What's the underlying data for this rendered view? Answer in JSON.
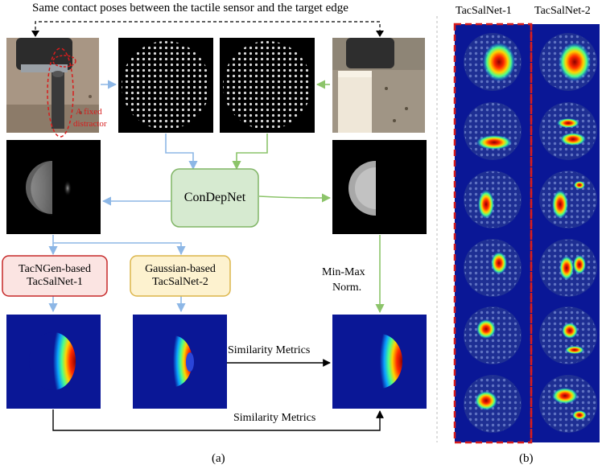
{
  "top_caption": "Same contact poses between the tactile sensor and the target edge",
  "distractor_label_line1": "A fixed",
  "distractor_label_line2": "distractor",
  "condepnet_label": "ConDepNet",
  "tacngen_label_line1": "TacNGen-based",
  "tacngen_label_line2": "TacSalNet-1",
  "gaussian_label_line1": "Gaussian-based",
  "gaussian_label_line2": "TacSalNet-2",
  "minmax_label_line1": "Min-Max",
  "minmax_label_line2": "Norm.",
  "similarity_upper": "Similarity Metrics",
  "similarity_lower": "Similarity Metrics",
  "caption_a": "(a)",
  "caption_b": "(b)",
  "panel_b_header_1": "TacSalNet-1",
  "panel_b_header_2": "TacSalNet-2",
  "colors": {
    "blue_arrow": "#8db7e6",
    "green_arrow": "#8cc46a",
    "condepnet_fill": "#d6ead0",
    "condepnet_border": "#80b566",
    "tacngen_fill": "#fbe4e2",
    "tacngen_border": "#c62828",
    "gaussian_fill": "#fdf2cf",
    "gaussian_border": "#dcb54a",
    "heatmap_bg": "#0a1796",
    "dashed_red": "#d71d1d"
  }
}
